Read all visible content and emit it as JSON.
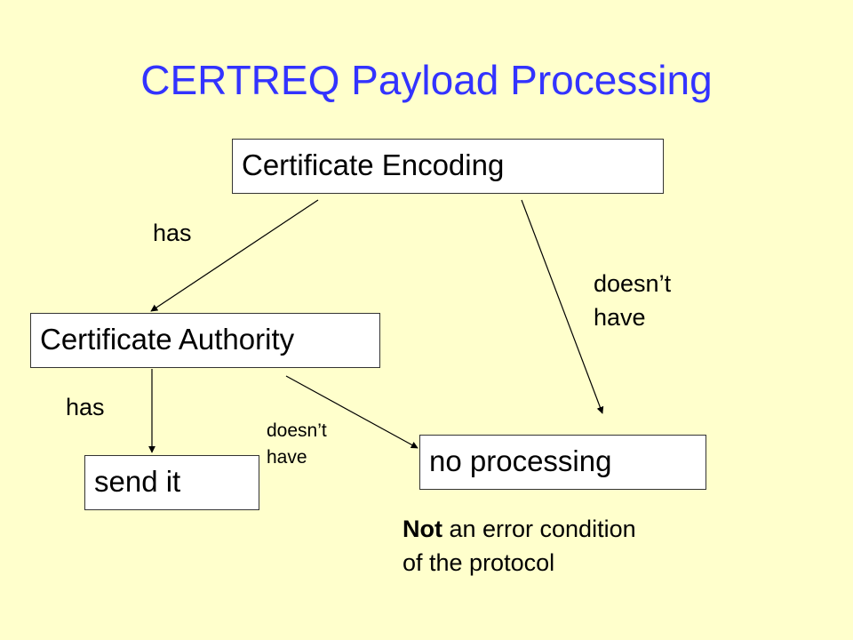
{
  "title": "CERTREQ Payload Processing",
  "nodes": {
    "certificate_encoding": "Certificate Encoding",
    "certificate_authority": "Certificate Authority",
    "send_it": "send it",
    "no_processing": "no processing"
  },
  "edges": {
    "encoding_has": "has",
    "encoding_doesnt_have_line1": "doesn’t",
    "encoding_doesnt_have_line2": "have",
    "authority_has": "has",
    "authority_doesnt_have_line1": "doesn’t",
    "authority_doesnt_have_line2": "have"
  },
  "note": {
    "emphasis": "Not",
    "line1_rest": " an error condition",
    "line2": "of the protocol"
  },
  "colors": {
    "background": "#FFFFCC",
    "title": "#3333FF",
    "box_fill": "#FFFFFF"
  }
}
